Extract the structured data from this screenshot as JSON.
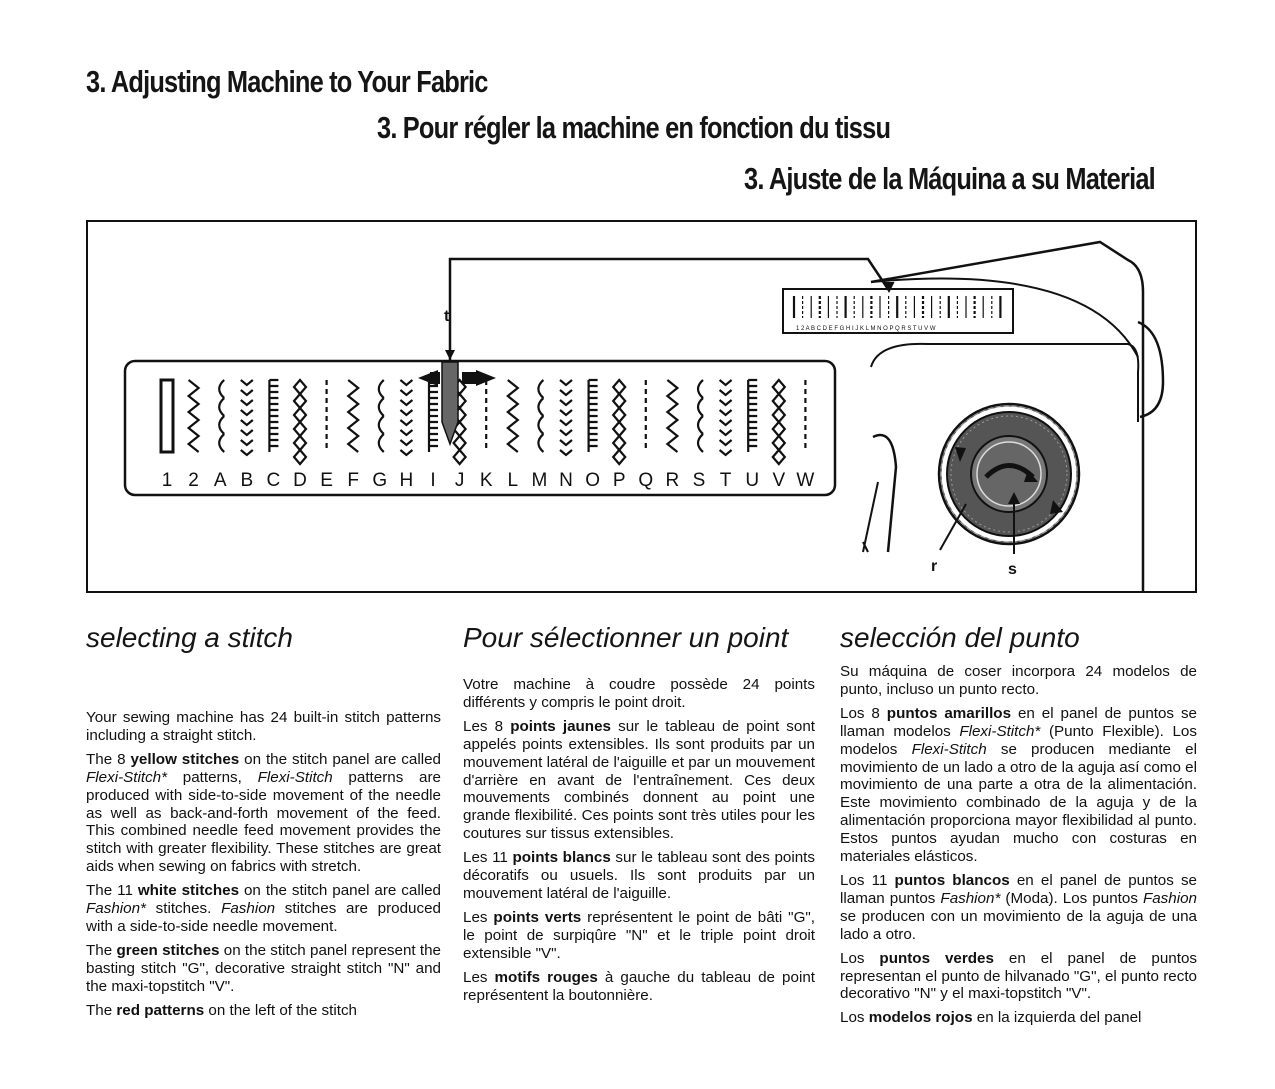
{
  "titles": {
    "en": "3. Adjusting Machine to Your Fabric",
    "fr": "3. Pour régler la machine en fonction du tissu",
    "es": "3. Ajuste de la Máquina a su Material"
  },
  "figure": {
    "stitch_labels": [
      "1",
      "2",
      "A",
      "B",
      "C",
      "D",
      "E",
      "F",
      "G",
      "H",
      "I",
      "J",
      "K",
      "L",
      "M",
      "N",
      "O",
      "P",
      "Q",
      "R",
      "S",
      "T",
      "U",
      "V",
      "W"
    ],
    "mini_labels": "1 2 A B C D E F G H I J K L M N O P Q R S T U V W",
    "callouts": {
      "t": "t",
      "r": "r",
      "s": "s"
    }
  },
  "en": {
    "heading": "selecting a stitch",
    "p1": "Your sewing machine has 24 built-in stitch patterns including a straight stitch.",
    "p2": {
      "a": "The 8 ",
      "b": "yellow stitches",
      "c": " on the stitch panel are called ",
      "d": "Flexi-Stitch*",
      "e": " patterns, ",
      "f": "Flexi-Stitch",
      "g": " patterns are produced with side-to-side movement of the needle as well as back-and-forth movement of the feed. This combined needle feed movement provides the stitch with greater flexibility. These stitches are great aids when sewing on fabrics with stretch."
    },
    "p3": {
      "a": "The 11 ",
      "b": "white stitches",
      "c": " on the stitch panel are called ",
      "d": "Fashion*",
      "e": " stitches. ",
      "f": "Fashion",
      "g": " stitches are produced with a side-to-side needle movement."
    },
    "p4": {
      "a": "The ",
      "b": "green stitches",
      "c": " on the stitch panel represent the basting stitch \"G\", decorative straight stitch \"N\" and the maxi-topstitch \"V\"."
    },
    "p5": {
      "a": "The ",
      "b": "red patterns",
      "c": " on the left of the stitch"
    }
  },
  "fr": {
    "heading": "Pour sélectionner un point",
    "p1": "Votre machine à coudre possède 24 points différents y compris le point droit.",
    "p2": {
      "a": "Les 8 ",
      "b": "points jaunes",
      "c": " sur le tableau de point sont appelés points extensibles. Ils sont produits par un mouvement latéral de l'aiguille et par un mouvement d'arrière en avant de l'entraînement. Ces deux mouvements combinés donnent au point une grande flexibilité. Ces points sont très utiles pour les coutures sur tissus extensibles."
    },
    "p3": {
      "a": "Les 11 ",
      "b": "points blancs",
      "c": " sur le tableau sont des points décoratifs ou usuels. Ils sont produits par un mouvement latéral de l'aiguille."
    },
    "p4": {
      "a": "Les ",
      "b": "points verts",
      "c": " représentent le point de bâti \"G\", le point de surpiqûre \"N\" et le triple point droit extensible \"V\"."
    },
    "p5": {
      "a": "Les ",
      "b": "motifs rouges",
      "c": " à gauche du tableau de point représentent la boutonnière."
    }
  },
  "es": {
    "heading": "selección del punto",
    "p1": "Su máquina de coser incorpora 24 modelos de punto, incluso un punto recto.",
    "p2": {
      "a": "Los 8 ",
      "b": "puntos amarillos",
      "c": " en el panel de puntos se llaman modelos ",
      "d": "Flexi-Stitch*",
      "e": " (Punto Flexible). Los modelos ",
      "f": "Flexi-Stitch",
      "g": " se producen mediante el movimiento de un lado a otro de la aguja así como el movimiento de una parte a otra de la alimentación. Este movimiento combinado de la aguja y de la alimentación proporciona mayor flexibilidad al punto. Estos puntos ayudan mucho con costuras en materiales elásticos."
    },
    "p3": {
      "a": "Los 11 ",
      "b": "puntos blancos",
      "c": " en el panel de puntos se llaman puntos ",
      "d": "Fashion*",
      "e": " (Moda). Los puntos ",
      "f": "Fashion",
      "g": " se producen con un movimiento de la aguja de una lado a otro."
    },
    "p4": {
      "a": "Los ",
      "b": "puntos verdes",
      "c": " en el panel de puntos representan el punto de hilvanado \"G\", el punto recto decorativo \"N\" y el maxi-topstitch \"V\"."
    },
    "p5": {
      "a": "Los ",
      "b": "modelos rojos",
      "c": " en la izquierda del panel"
    }
  }
}
